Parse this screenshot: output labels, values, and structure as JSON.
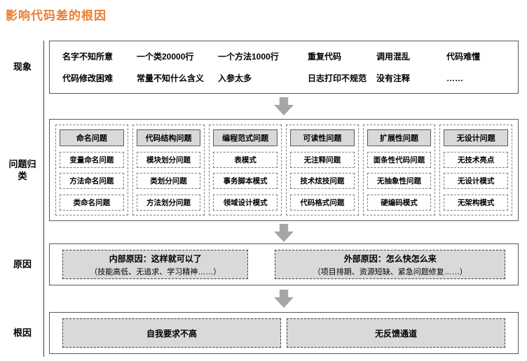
{
  "title": "影响代码差的根因",
  "colors": {
    "title_accent": "#ED7D31",
    "arrow": "#A6A6A6",
    "gray_fill": "#D9D9D9",
    "border": "#595959"
  },
  "rail": {
    "labels": [
      {
        "label": "现象"
      },
      {
        "label": "问题归类"
      },
      {
        "label": "原因"
      },
      {
        "label": "根因"
      }
    ]
  },
  "phenomena": {
    "rows": [
      [
        "名字不知所意",
        "一个类20000行",
        "一个方法1000行",
        "重复代码",
        "调用混乱",
        "代码难懂"
      ],
      [
        "代码修改困难",
        "常量不知什么含义",
        "入参太多",
        "日志打印不规范",
        "没有注释",
        "……"
      ]
    ]
  },
  "categories": [
    {
      "title": "命名问题",
      "items": [
        "变量命名问题",
        "方法命名问题",
        "类命名问题"
      ]
    },
    {
      "title": "代码结构问题",
      "items": [
        "模块划分问题",
        "类划分问题",
        "方法划分问题"
      ]
    },
    {
      "title": "编程范式问题",
      "items": [
        "表模式",
        "事务脚本模式",
        "领域设计模式"
      ]
    },
    {
      "title": "可读性问题",
      "items": [
        "无注释问题",
        "技术炫技问题",
        "代码格式问题"
      ]
    },
    {
      "title": "扩展性问题",
      "items": [
        "面条性代码问题",
        "无抽象性问题",
        "硬编码模式"
      ]
    },
    {
      "title": "无设计问题",
      "items": [
        "无技术亮点",
        "无设计模式",
        "无架构模式"
      ]
    }
  ],
  "reasons": [
    {
      "title": "内部原因：这样就可以了",
      "subtitle": "（技能高低、无追求、学习精神……）"
    },
    {
      "title": "外部原因：怎么快怎么来",
      "subtitle": "（项目排期、资源短缺、紧急问题修复……）"
    }
  ],
  "root_causes": [
    {
      "label": "自我要求不高"
    },
    {
      "label": "无反馈通道"
    }
  ]
}
